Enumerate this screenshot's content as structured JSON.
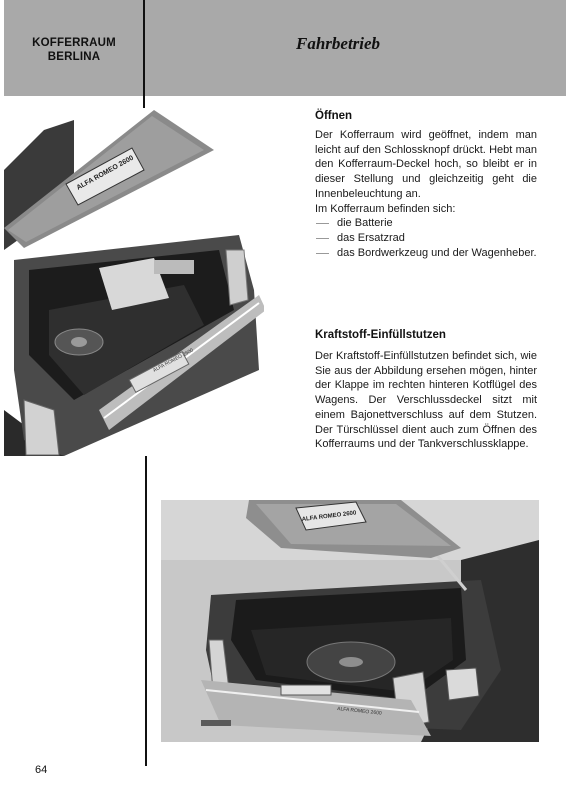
{
  "header": {
    "section_line1": "KOFFERRAUM",
    "section_line2": "BERLINA",
    "chapter_title": "Fahrbetrieb"
  },
  "section_open": {
    "heading": "Öffnen",
    "paragraph": "Der Kofferraum wird geöffnet, indem man leicht auf den Schlossknopf drückt. Hebt man den Kofferraum-Deckel hoch, so bleibt er in dieser Stellung und gleichzeitig geht die Innenbeleuchtung an.",
    "intro": "Im Kofferraum befinden sich:",
    "items": [
      "die Batterie",
      "das Ersatzrad",
      "das Bordwerkzeug und der Wagenheber."
    ]
  },
  "section_fuel": {
    "heading": "Kraftstoff-Einfüllstutzen",
    "paragraph": "Der Kraftstoff-Einfüllstutzen befindet sich, wie Sie aus der Abbildung ersehen mögen, hinter der Klappe im rechten hinteren Kotflügel des Wagens. Der Verschlussdeckel sitzt mit einem Bajonettverschluss auf dem Stutzen. Der Türschlüssel dient auch zum Öffnen des Kofferraums und der Tankverschlussklappe."
  },
  "photos": {
    "badge_top": "ALFA ROMEO 2600",
    "badge_bottom": "ALFA ROMEO 2600",
    "plate_top": "ALFA ROMEO 2600",
    "plate_bottom": "ALFA ROMEO 2600"
  },
  "footer": {
    "page_number": "64"
  }
}
